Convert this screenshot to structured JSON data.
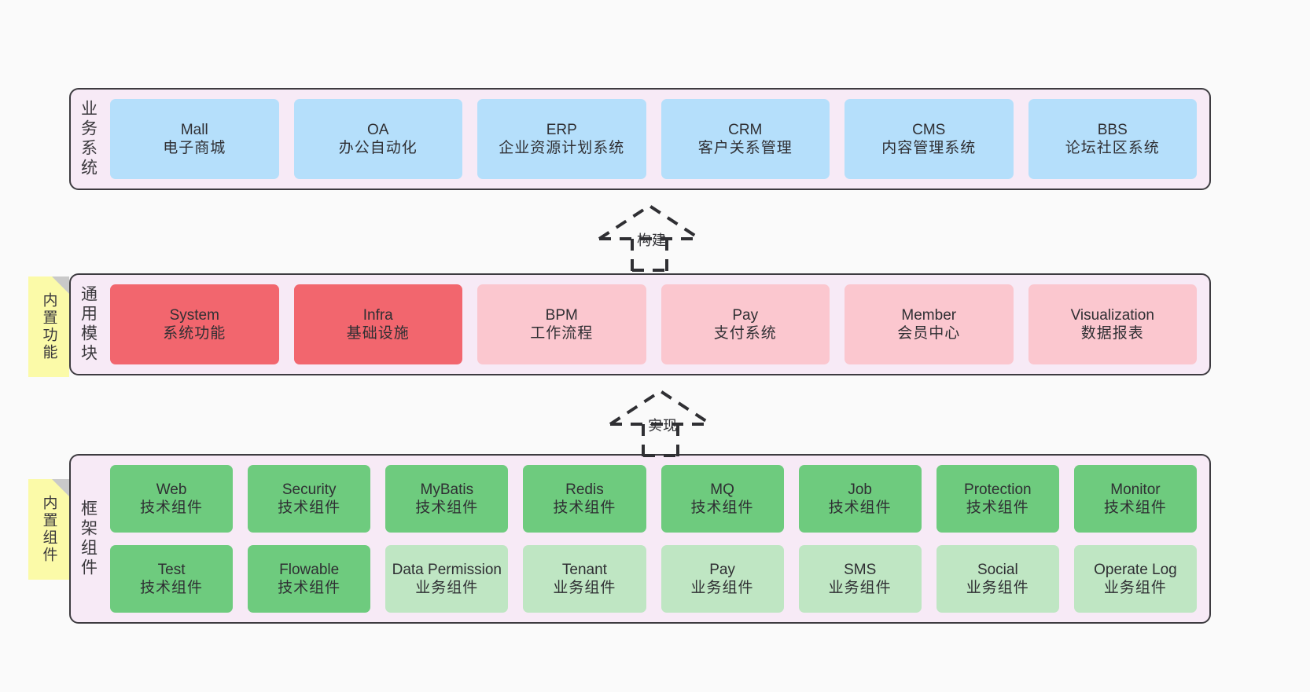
{
  "diagram": {
    "background_color": "#fafafa",
    "container_color": "#f7eaf6",
    "container_border_color": "#3d3b40",
    "note_color": "#fbfaa8"
  },
  "layers": [
    {
      "id": "business-systems",
      "label": "业务系统",
      "note": null,
      "rows": [
        {
          "cards": [
            {
              "en": "Mall",
              "cn": "电子商城",
              "color": "#b5dffb",
              "style": "c-blue"
            },
            {
              "en": "OA",
              "cn": "办公自动化",
              "color": "#b5dffb",
              "style": "c-blue"
            },
            {
              "en": "ERP",
              "cn": "企业资源计划系统",
              "color": "#b5dffb",
              "style": "c-blue"
            },
            {
              "en": "CRM",
              "cn": "客户关系管理",
              "color": "#b5dffb",
              "style": "c-blue"
            },
            {
              "en": "CMS",
              "cn": "内容管理系统",
              "color": "#b5dffb",
              "style": "c-blue"
            },
            {
              "en": "BBS",
              "cn": "论坛社区系统",
              "color": "#b5dffb",
              "style": "c-blue"
            }
          ]
        }
      ]
    },
    {
      "id": "common-modules",
      "label": "通用模块",
      "note": "内置功能",
      "rows": [
        {
          "cards": [
            {
              "en": "System",
              "cn": "系统功能",
              "color": "#f2666e",
              "style": "c-red"
            },
            {
              "en": "Infra",
              "cn": "基础设施",
              "color": "#f2666e",
              "style": "c-red"
            },
            {
              "en": "BPM",
              "cn": "工作流程",
              "color": "#fbc7cf",
              "style": "c-pink"
            },
            {
              "en": "Pay",
              "cn": "支付系统",
              "color": "#fbc7cf",
              "style": "c-pink"
            },
            {
              "en": "Member",
              "cn": "会员中心",
              "color": "#fbc7cf",
              "style": "c-pink"
            },
            {
              "en": "Visualization",
              "cn": "数据报表",
              "color": "#fbc7cf",
              "style": "c-pink"
            }
          ]
        }
      ]
    },
    {
      "id": "framework-components",
      "label": "框架组件",
      "note": "内置组件",
      "rows": [
        {
          "cards": [
            {
              "en": "Web",
              "cn": "技术组件",
              "color": "#6ecb7e",
              "style": "c-green"
            },
            {
              "en": "Security",
              "cn": "技术组件",
              "color": "#6ecb7e",
              "style": "c-green"
            },
            {
              "en": "MyBatis",
              "cn": "技术组件",
              "color": "#6ecb7e",
              "style": "c-green"
            },
            {
              "en": "Redis",
              "cn": "技术组件",
              "color": "#6ecb7e",
              "style": "c-green"
            },
            {
              "en": "MQ",
              "cn": "技术组件",
              "color": "#6ecb7e",
              "style": "c-green"
            },
            {
              "en": "Job",
              "cn": "技术组件",
              "color": "#6ecb7e",
              "style": "c-green"
            },
            {
              "en": "Protection",
              "cn": "技术组件",
              "color": "#6ecb7e",
              "style": "c-green"
            },
            {
              "en": "Monitor",
              "cn": "技术组件",
              "color": "#6ecb7e",
              "style": "c-green"
            }
          ]
        },
        {
          "cards": [
            {
              "en": "Test",
              "cn": "技术组件",
              "color": "#6ecb7e",
              "style": "c-green"
            },
            {
              "en": "Flowable",
              "cn": "技术组件",
              "color": "#6ecb7e",
              "style": "c-green"
            },
            {
              "en": "Data Permission",
              "cn": "业务组件",
              "color": "#bfe6c3",
              "style": "c-lightgreen"
            },
            {
              "en": "Tenant",
              "cn": "业务组件",
              "color": "#bfe6c3",
              "style": "c-lightgreen"
            },
            {
              "en": "Pay",
              "cn": "业务组件",
              "color": "#bfe6c3",
              "style": "c-lightgreen"
            },
            {
              "en": "SMS",
              "cn": "业务组件",
              "color": "#bfe6c3",
              "style": "c-lightgreen"
            },
            {
              "en": "Social",
              "cn": "业务组件",
              "color": "#bfe6c3",
              "style": "c-lightgreen"
            },
            {
              "en": "Operate Log",
              "cn": "业务组件",
              "color": "#bfe6c3",
              "style": "c-lightgreen"
            }
          ]
        }
      ]
    }
  ],
  "connectors": [
    {
      "id": "connector-build",
      "label": "构建"
    },
    {
      "id": "connector-implement",
      "label": "实现"
    }
  ]
}
